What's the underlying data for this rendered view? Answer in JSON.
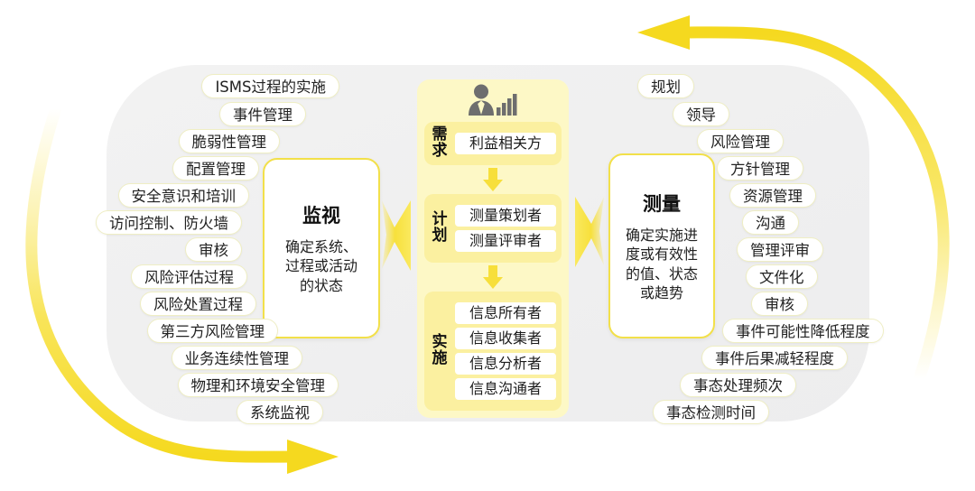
{
  "diagram": {
    "title_hidden": "",
    "colors": {
      "accent_yellow": "#F7E03C",
      "panel_yellow": "#FDF8C6",
      "phase_yellow": "#FBF0A0",
      "card_border": "#F2E04A",
      "backdrop_gray": "#F0F0F0",
      "pill_border": "#EFEEC4",
      "icon_gray": "#6E6E6E"
    },
    "left_column": {
      "card": {
        "title": "监视",
        "description": "确定系统、\n过程或活动\n的状态",
        "description_lines": [
          "确定系统、",
          "过程或活动",
          "的状态"
        ]
      },
      "items": [
        "ISMS过程的实施",
        "事件管理",
        "脆弱性管理",
        "配置管理",
        "安全意识和培训",
        "访问控制、防火墙",
        "审核",
        "风险评估过程",
        "风险处置过程",
        "第三方风险管理",
        "业务连续性管理",
        "物理和环境安全管理",
        "系统监视"
      ]
    },
    "center_column": {
      "icon": "person-with-bar-chart-icon",
      "phases": [
        {
          "label": "需求",
          "label_chars": [
            "需",
            "求"
          ],
          "items": [
            "利益相关方"
          ]
        },
        {
          "label": "计划",
          "label_chars": [
            "计",
            "划"
          ],
          "items": [
            "测量策划者",
            "测量评审者"
          ]
        },
        {
          "label": "实施",
          "label_chars": [
            "实",
            "施"
          ],
          "items": [
            "信息所有者",
            "信息收集者",
            "信息分析者",
            "信息沟通者"
          ]
        }
      ]
    },
    "right_column": {
      "card": {
        "title": "测量",
        "description": "确定实施进\n度或有效性\n的值、状态\n或趋势",
        "description_lines": [
          "确定实施进",
          "度或有效性",
          "的值、状态",
          "或趋势"
        ]
      },
      "items": [
        "规划",
        "领导",
        "风险管理",
        "方针管理",
        "资源管理",
        "沟通",
        "管理评审",
        "文件化",
        "审核",
        "事件可能性降低程度",
        "事件后果减轻程度",
        "事态处理频次",
        "事态检测时间"
      ]
    },
    "flow_arrows": {
      "center_to_left": "left-pointing-arrow",
      "center_to_right": "right-pointing-arrow",
      "outer_top": "top-loop-arrow-pointing-left",
      "outer_bottom": "bottom-loop-arrow-pointing-right"
    }
  }
}
